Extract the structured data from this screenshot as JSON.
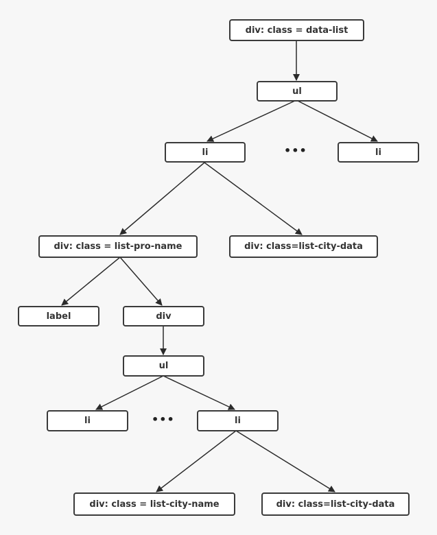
{
  "nodes": {
    "root": "div:  class = data-list",
    "ul_top": "ul",
    "li_a": "li",
    "li_b": "li",
    "pro_name": "div:  class = list-pro-name",
    "city_data_top": "div:  class=list-city-data",
    "label": "label",
    "div_inner": "div",
    "ul_inner": "ul",
    "li_c": "li",
    "li_d": "li",
    "city_name": "div:  class = list-city-name",
    "city_data_bottom": "div:  class=list-city-data"
  },
  "ellipsis": {
    "top": "•••",
    "bottom": "•••"
  },
  "colors": {
    "background": "#f7f7f7",
    "node_border": "#3a3a3a",
    "edge": "#2b2b2b",
    "text": "#333333"
  }
}
